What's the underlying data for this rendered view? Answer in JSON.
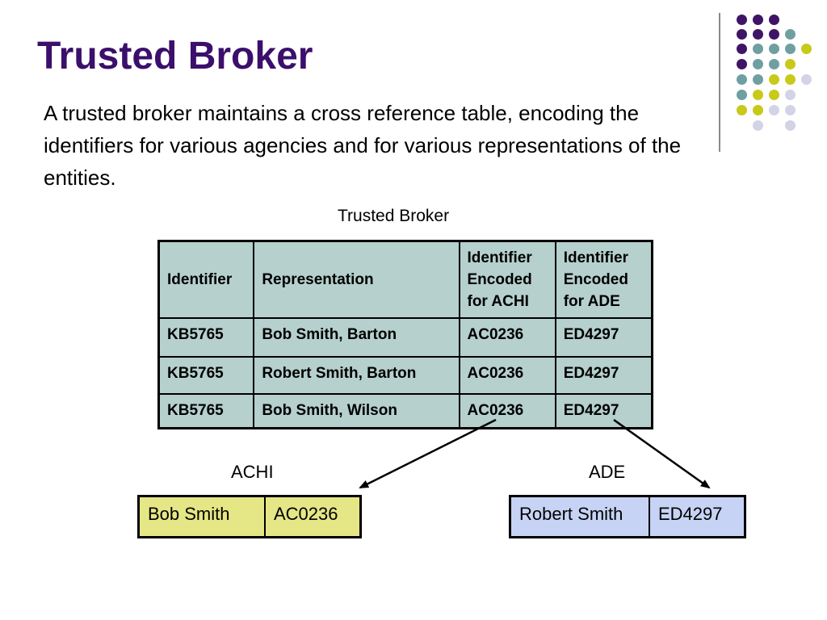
{
  "title": "Trusted Broker",
  "body": "A trusted broker maintains a cross reference table, encoding the identifiers for various agencies and for various representations of the entities.",
  "table_caption": "Trusted Broker",
  "main_table": {
    "headers": [
      "Identifier",
      "Representation",
      "Identifier Encoded for ACHI",
      "Identifier Encoded for ADE"
    ],
    "rows": [
      [
        "KB5765",
        "Bob Smith, Barton",
        "AC0236",
        "ED4297"
      ],
      [
        "KB5765",
        "Robert Smith, Barton",
        "AC0236",
        "ED4297"
      ],
      [
        "KB5765",
        "Bob Smith, Wilson",
        "AC0236",
        "ED4297"
      ]
    ]
  },
  "achi": {
    "label": "ACHI",
    "cells": [
      "Bob Smith",
      "AC0236"
    ]
  },
  "ade": {
    "label": "ADE",
    "cells": [
      "Robert Smith",
      "ED4297"
    ]
  },
  "colors": {
    "title": "#3b0f6b",
    "table_bg": "#b5d0cd",
    "achi_bg": "#e5e685",
    "ade_bg": "#c7d3f5",
    "dot_purple": "#3f1466",
    "dot_teal": "#6f9fa0",
    "dot_yellow": "#c9c91a",
    "dot_lavender": "#d3d3e8"
  }
}
